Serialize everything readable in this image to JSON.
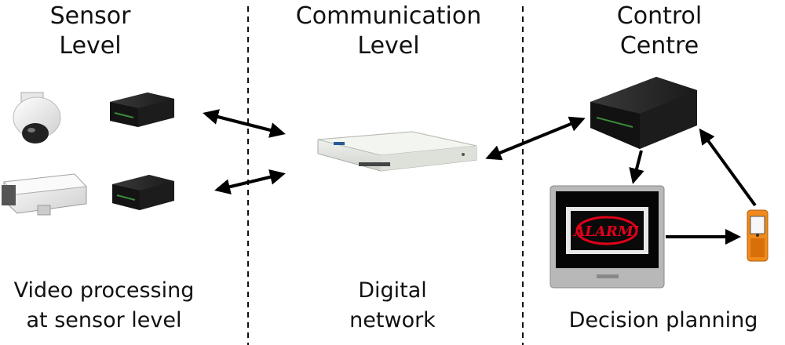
{
  "columns": {
    "sensor": {
      "title": "Sensor\nLevel",
      "caption": "Video processing\nat sensor level"
    },
    "communication": {
      "title": "Communication\nLevel",
      "caption": "Digital\nnetwork"
    },
    "control": {
      "title": "Control\nCentre",
      "caption": "Decision planning"
    }
  },
  "monitor": {
    "alarm_text": "ALARM!"
  },
  "colors": {
    "text": "#111111",
    "divider": "#111111",
    "arrow": "#000000",
    "server_dark": "#1c1c1c",
    "server_top": "#2c2c2c",
    "router_body": "#e9ece8",
    "monitor_frame": "#b8b8b8",
    "alarm_red": "#e0001a",
    "phone_orange": "#f08a1c",
    "camera_white": "#f4f4f4"
  },
  "icons": [
    "dome-camera-icon",
    "box-camera-icon",
    "video-encoder-icon",
    "router-icon",
    "server-icon",
    "monitor-icon",
    "mobile-phone-icon"
  ]
}
